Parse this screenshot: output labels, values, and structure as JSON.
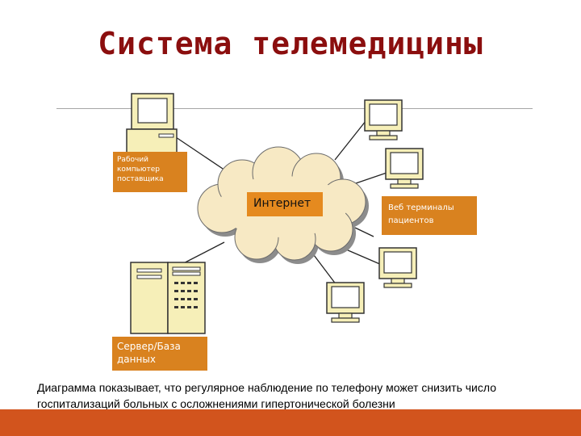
{
  "title": "Система телемедицины",
  "nodes": {
    "provider_label": "Рабочий компьютер поставщика",
    "internet_label": "Интернет",
    "patients_label": "Веб терминалы пациентов",
    "server_label": "Сервер/База данных"
  },
  "caption": "Диаграмма показывает, что регулярное наблюдение  по телефону может снизить число госпитализаций больных с осложнениями гипертонической болезни",
  "colors": {
    "title": "#8b0e0e",
    "label_box": "#d9821f",
    "cloud": "#f7e9c4",
    "footer_bar": "#d2541d"
  },
  "icons": [
    "computer-icon",
    "server-icon",
    "cloud-icon"
  ]
}
